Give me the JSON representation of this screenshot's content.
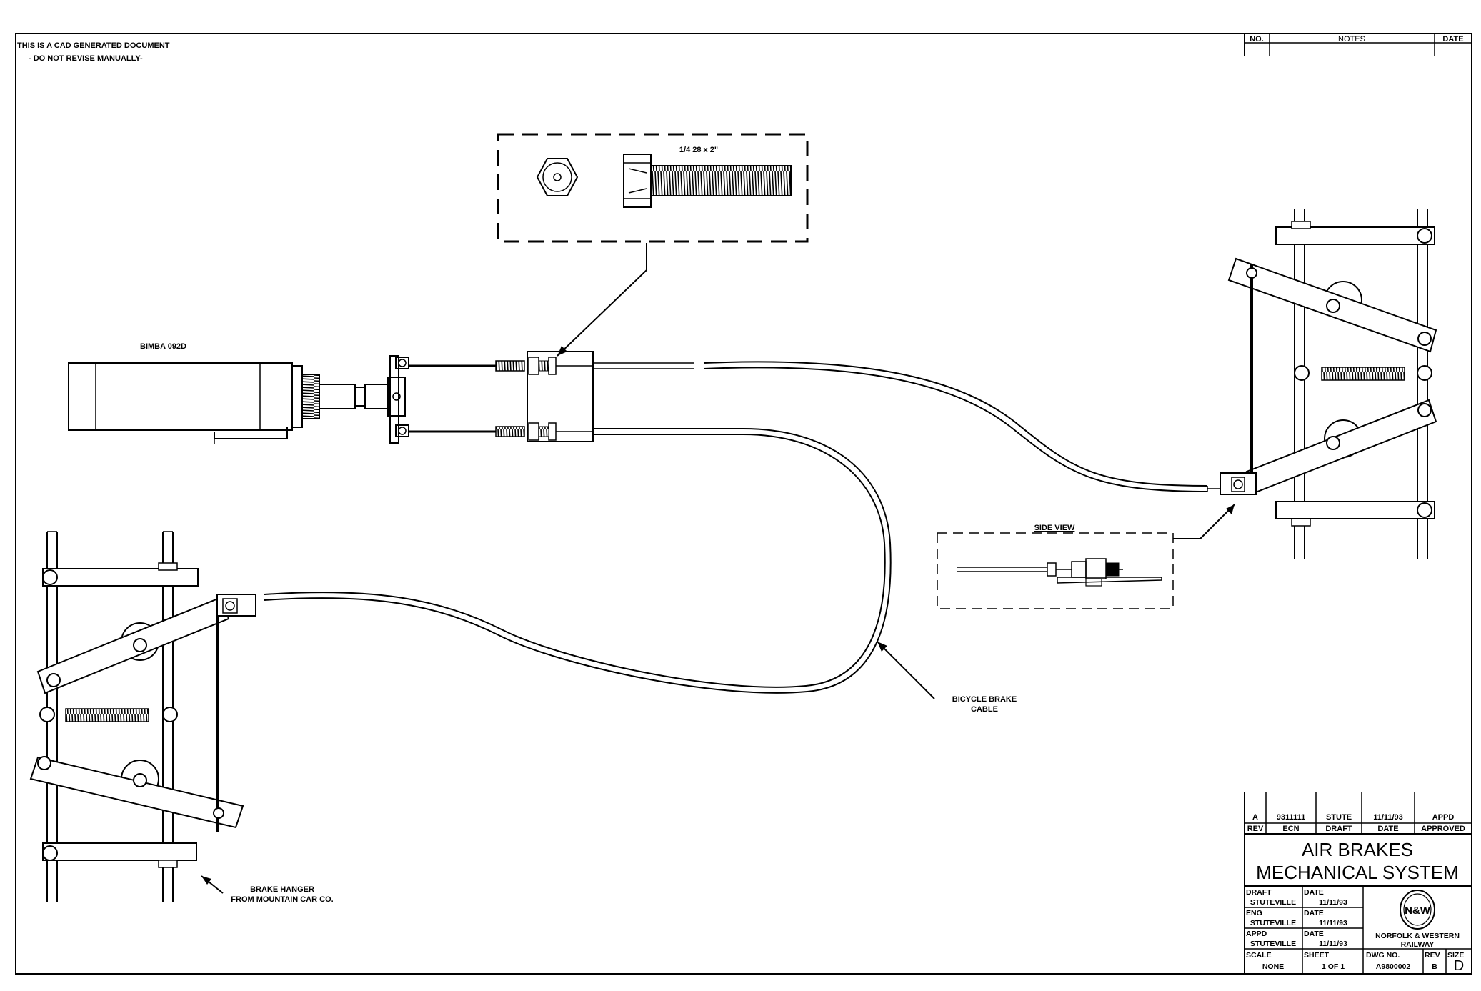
{
  "header": {
    "cad_notice_line1": "THIS IS A CAD GENERATED DOCUMENT",
    "cad_notice_line2": "- DO NOT REVISE MANUALLY-"
  },
  "revision_block": {
    "col_no": "NO.",
    "col_notes": "NOTES",
    "col_date": "DATE"
  },
  "callouts": {
    "cylinder": "BIMBA 092D",
    "bolt_detail": "1/4 28 x 2\"",
    "side_view": "SIDE VIEW",
    "cable_line1": "BICYCLE BRAKE",
    "cable_line2": "CABLE",
    "hanger_line1": "BRAKE HANGER",
    "hanger_line2": "FROM MOUNTAIN CAR CO."
  },
  "title_block": {
    "rev_row": {
      "rev": "A",
      "ecn": "9311111",
      "draft": "STUTE",
      "date": "11/11/93",
      "appd": "APPD"
    },
    "rev_headers": {
      "rev": "REV",
      "ecn": "ECN",
      "draft": "DRAFT",
      "date": "DATE",
      "approved": "APPROVED"
    },
    "title_line1": "AIR BRAKES",
    "title_line2": "MECHANICAL SYSTEM",
    "draft_label": "DRAFT",
    "draft_name": "STUTEVILLE",
    "draft_date_label": "DATE",
    "draft_date": "11/11/93",
    "eng_label": "ENG",
    "eng_name": "STUTEVILLE",
    "eng_date_label": "DATE",
    "eng_date": "11/11/93",
    "appd_label": "APPD",
    "appd_name": "STUTEVILLE",
    "appd_date_label": "DATE",
    "appd_date": "11/11/93",
    "company_line1": "NORFOLK & WESTERN",
    "company_line2": "RAILWAY",
    "logo_letters": "N&W",
    "scale_label": "SCALE",
    "scale_value": "NONE",
    "sheet_label": "SHEET",
    "sheet_value": "1 OF 1",
    "dwg_label": "DWG NO.",
    "dwg_value": "A9800002",
    "rev_label": "REV",
    "rev_value": "B",
    "size_label": "SIZE",
    "size_value": "D"
  }
}
